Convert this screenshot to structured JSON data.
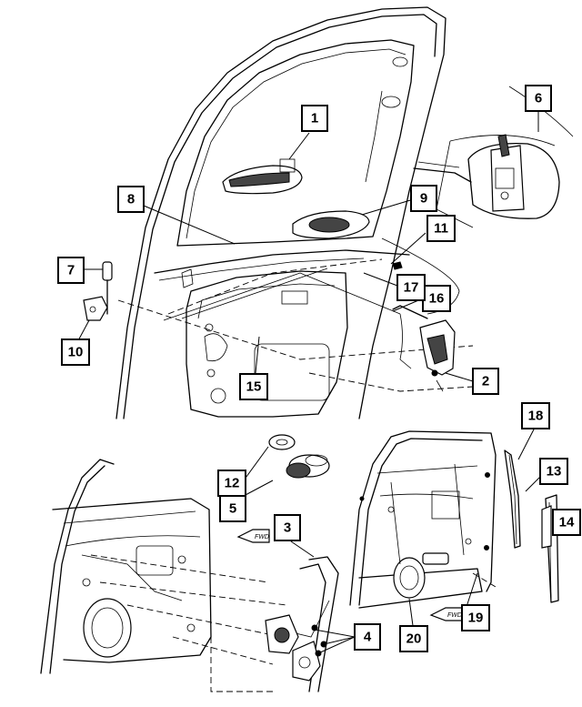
{
  "callouts": [
    {
      "id": "c1",
      "label": "1"
    },
    {
      "id": "c2",
      "label": "2"
    },
    {
      "id": "c3",
      "label": "3"
    },
    {
      "id": "c4",
      "label": "4"
    },
    {
      "id": "c5",
      "label": "5"
    },
    {
      "id": "c6",
      "label": "6"
    },
    {
      "id": "c7",
      "label": "7"
    },
    {
      "id": "c8",
      "label": "8"
    },
    {
      "id": "c9",
      "label": "9"
    },
    {
      "id": "c10",
      "label": "10"
    },
    {
      "id": "c11",
      "label": "11"
    },
    {
      "id": "c12",
      "label": "12"
    },
    {
      "id": "c13",
      "label": "13"
    },
    {
      "id": "c14",
      "label": "14"
    },
    {
      "id": "c15",
      "label": "15"
    },
    {
      "id": "c16",
      "label": "16"
    },
    {
      "id": "c17",
      "label": "17"
    },
    {
      "id": "c18",
      "label": "18"
    },
    {
      "id": "c19",
      "label": "19"
    },
    {
      "id": "c20",
      "label": "20"
    }
  ],
  "arrows": {
    "fwd_left": "FWD",
    "fwd_right": "FWD"
  }
}
